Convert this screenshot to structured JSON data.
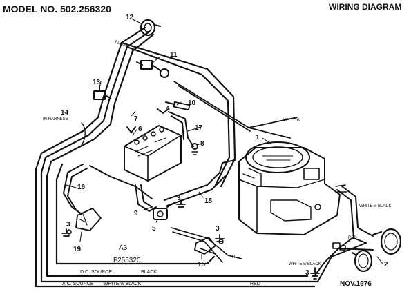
{
  "header": {
    "model": "MODEL NO. 502.256320",
    "title": "WIRING DIAGRAM"
  },
  "footer": {
    "date": "NOV.1976",
    "part_code": "A3",
    "part_number": "F255320"
  },
  "wire_labels": {
    "black_top": "BLACK",
    "in_harness": "IN HARNESS",
    "yellow": "YELLOW",
    "white_black_right": "WHITE w BLACK",
    "red_right": "RED",
    "white_black_bottom": "WHITE w BLACK",
    "dc_source": "D.C. SOURCE",
    "dc_black": "BLACK",
    "ac_source": "A.C. SOURCE",
    "ac_white_black": "WHITE w BLACK",
    "red_bottom": "RED",
    "r": "R"
  },
  "callouts": [
    "1",
    "2",
    "3",
    "3",
    "3",
    "3",
    "4",
    "5",
    "6",
    "7",
    "8",
    "9",
    "10",
    "11",
    "12",
    "13",
    "14",
    "15",
    "16",
    "17",
    "18",
    "19"
  ]
}
